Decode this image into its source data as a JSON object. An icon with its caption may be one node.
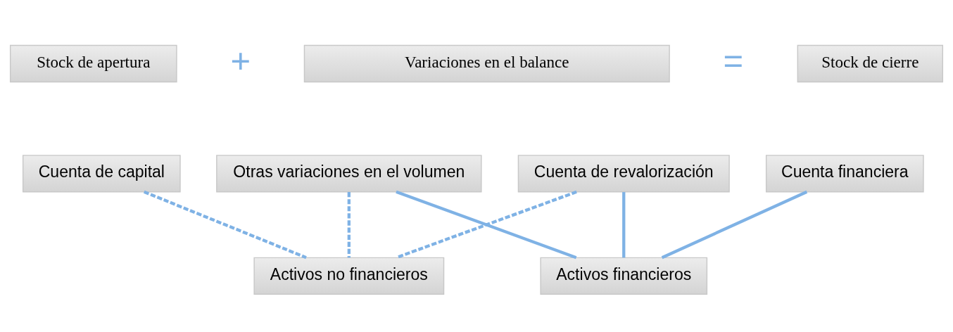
{
  "diagram": {
    "nodes": [
      {
        "text": [
          "Stock de apertura"
        ]
      },
      {
        "text": [
          "Variaciones en el balance"
        ]
      },
      {
        "text": [
          "Stock de cierre"
        ]
      },
      {
        "text": [
          "Cuenta de capital"
        ]
      },
      {
        "text": [
          "Cuenta financiera"
        ]
      },
      {
        "text": [
          "Otras variaciones en el volumen"
        ]
      },
      {
        "text": [
          "Cuenta de revalorización"
        ]
      },
      {
        "text": [
          "Activos no financieros"
        ]
      },
      {
        "text": [
          "Activos financieros"
        ]
      }
    ],
    "edges": [
      {
        "from": 3,
        "to": 7,
        "arrow": "none",
        "style": "dashed"
      },
      {
        "from": 4,
        "to": 8,
        "arrow": "none"
      },
      {
        "from": 5,
        "to": 7,
        "arrow": "none",
        "style": "dashed"
      },
      {
        "from": 5,
        "to": 8,
        "arrow": "none"
      },
      {
        "from": 6,
        "to": 7,
        "arrow": "none",
        "style": "dashed"
      },
      {
        "from": 6,
        "to": 8,
        "arrow": "none"
      }
    ],
    "labels": [
      "+",
      "="
    ]
  }
}
